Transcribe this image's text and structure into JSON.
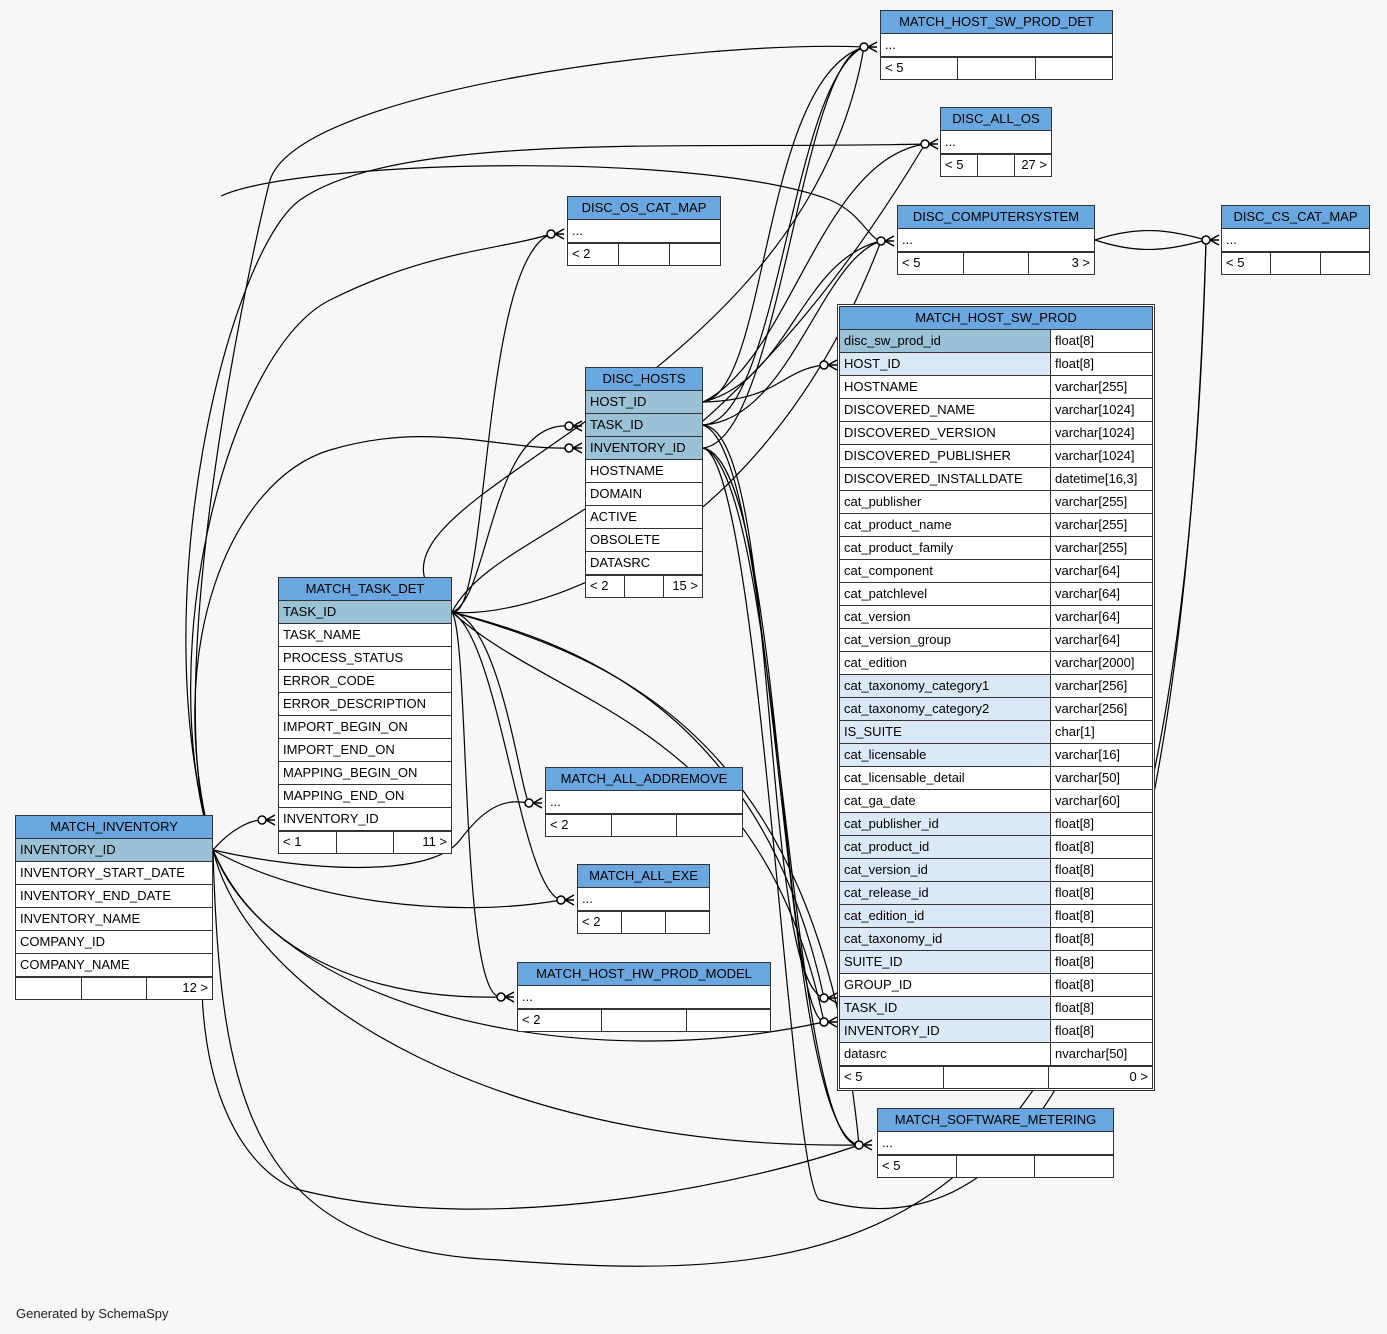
{
  "footer": "Generated by SchemaSpy",
  "tables": {
    "match_host_sw_prod_det": {
      "name": "MATCH_HOST_SW_PROD_DET",
      "ellipsis": "...",
      "foot": [
        "< 5",
        "",
        ""
      ]
    },
    "disc_all_os": {
      "name": "DISC_ALL_OS",
      "ellipsis": "...",
      "foot": [
        "< 5",
        "",
        "27 >"
      ]
    },
    "disc_os_cat_map": {
      "name": "DISC_OS_CAT_MAP",
      "ellipsis": "...",
      "foot": [
        "< 2",
        "",
        ""
      ]
    },
    "disc_computersystem": {
      "name": "DISC_COMPUTERSYSTEM",
      "ellipsis": "...",
      "foot": [
        "< 5",
        "",
        "3 >"
      ]
    },
    "disc_cs_cat_map": {
      "name": "DISC_CS_CAT_MAP",
      "ellipsis": "...",
      "foot": [
        "< 5",
        "",
        ""
      ]
    },
    "disc_hosts": {
      "name": "DISC_HOSTS",
      "columns": [
        {
          "name": "HOST_ID",
          "kind": "pk"
        },
        {
          "name": "TASK_ID",
          "kind": "pk"
        },
        {
          "name": "INVENTORY_ID",
          "kind": "pk"
        },
        {
          "name": "HOSTNAME",
          "kind": ""
        },
        {
          "name": "DOMAIN",
          "kind": ""
        },
        {
          "name": "ACTIVE",
          "kind": ""
        },
        {
          "name": "OBSOLETE",
          "kind": ""
        },
        {
          "name": "DATASRC",
          "kind": ""
        }
      ],
      "foot": [
        "< 2",
        "",
        "15 >"
      ]
    },
    "match_task_det": {
      "name": "MATCH_TASK_DET",
      "columns": [
        {
          "name": "TASK_ID",
          "kind": "pk"
        },
        {
          "name": "TASK_NAME",
          "kind": ""
        },
        {
          "name": "PROCESS_STATUS",
          "kind": ""
        },
        {
          "name": "ERROR_CODE",
          "kind": ""
        },
        {
          "name": "ERROR_DESCRIPTION",
          "kind": ""
        },
        {
          "name": "IMPORT_BEGIN_ON",
          "kind": ""
        },
        {
          "name": "IMPORT_END_ON",
          "kind": ""
        },
        {
          "name": "MAPPING_BEGIN_ON",
          "kind": ""
        },
        {
          "name": "MAPPING_END_ON",
          "kind": ""
        },
        {
          "name": "INVENTORY_ID",
          "kind": ""
        }
      ],
      "foot": [
        "< 1",
        "",
        "11 >"
      ]
    },
    "match_inventory": {
      "name": "MATCH_INVENTORY",
      "columns": [
        {
          "name": "INVENTORY_ID",
          "kind": "pk"
        },
        {
          "name": "INVENTORY_START_DATE",
          "kind": ""
        },
        {
          "name": "INVENTORY_END_DATE",
          "kind": ""
        },
        {
          "name": "INVENTORY_NAME",
          "kind": ""
        },
        {
          "name": "COMPANY_ID",
          "kind": ""
        },
        {
          "name": "COMPANY_NAME",
          "kind": ""
        }
      ],
      "foot": [
        "",
        "",
        "12 >"
      ]
    },
    "match_all_addremove": {
      "name": "MATCH_ALL_ADDREMOVE",
      "ellipsis": "...",
      "foot": [
        "< 2",
        "",
        ""
      ]
    },
    "match_all_exe": {
      "name": "MATCH_ALL_EXE",
      "ellipsis": "...",
      "foot": [
        "< 2",
        "",
        ""
      ]
    },
    "match_host_hw_prod_model": {
      "name": "MATCH_HOST_HW_PROD_MODEL",
      "ellipsis": "...",
      "foot": [
        "< 2",
        "",
        ""
      ]
    },
    "match_software_metering": {
      "name": "MATCH_SOFTWARE_METERING",
      "ellipsis": "...",
      "foot": [
        "< 5",
        "",
        ""
      ]
    },
    "match_host_sw_prod": {
      "name": "MATCH_HOST_SW_PROD",
      "columns": [
        {
          "name": "disc_sw_prod_id",
          "type": "float[8]",
          "kind": "pk"
        },
        {
          "name": "HOST_ID",
          "type": "float[8]",
          "kind": "fk"
        },
        {
          "name": "HOSTNAME",
          "type": "varchar[255]",
          "kind": ""
        },
        {
          "name": "DISCOVERED_NAME",
          "type": "varchar[1024]",
          "kind": ""
        },
        {
          "name": "DISCOVERED_VERSION",
          "type": "varchar[1024]",
          "kind": ""
        },
        {
          "name": "DISCOVERED_PUBLISHER",
          "type": "varchar[1024]",
          "kind": ""
        },
        {
          "name": "DISCOVERED_INSTALLDATE",
          "type": "datetime[16,3]",
          "kind": ""
        },
        {
          "name": "cat_publisher",
          "type": "varchar[255]",
          "kind": ""
        },
        {
          "name": "cat_product_name",
          "type": "varchar[255]",
          "kind": ""
        },
        {
          "name": "cat_product_family",
          "type": "varchar[255]",
          "kind": ""
        },
        {
          "name": "cat_component",
          "type": "varchar[64]",
          "kind": ""
        },
        {
          "name": "cat_patchlevel",
          "type": "varchar[64]",
          "kind": ""
        },
        {
          "name": "cat_version",
          "type": "varchar[64]",
          "kind": ""
        },
        {
          "name": "cat_version_group",
          "type": "varchar[64]",
          "kind": ""
        },
        {
          "name": "cat_edition",
          "type": "varchar[2000]",
          "kind": ""
        },
        {
          "name": "cat_taxonomy_category1",
          "type": "varchar[256]",
          "kind": "fk"
        },
        {
          "name": "cat_taxonomy_category2",
          "type": "varchar[256]",
          "kind": "fk"
        },
        {
          "name": "IS_SUITE",
          "type": "char[1]",
          "kind": "fk"
        },
        {
          "name": "cat_licensable",
          "type": "varchar[16]",
          "kind": "fk"
        },
        {
          "name": "cat_licensable_detail",
          "type": "varchar[50]",
          "kind": ""
        },
        {
          "name": "cat_ga_date",
          "type": "varchar[60]",
          "kind": ""
        },
        {
          "name": "cat_publisher_id",
          "type": "float[8]",
          "kind": "fk"
        },
        {
          "name": "cat_product_id",
          "type": "float[8]",
          "kind": "fk"
        },
        {
          "name": "cat_version_id",
          "type": "float[8]",
          "kind": "fk"
        },
        {
          "name": "cat_release_id",
          "type": "float[8]",
          "kind": "fk"
        },
        {
          "name": "cat_edition_id",
          "type": "float[8]",
          "kind": "fk"
        },
        {
          "name": "cat_taxonomy_id",
          "type": "float[8]",
          "kind": "fk"
        },
        {
          "name": "SUITE_ID",
          "type": "float[8]",
          "kind": "fk"
        },
        {
          "name": "GROUP_ID",
          "type": "float[8]",
          "kind": ""
        },
        {
          "name": "TASK_ID",
          "type": "float[8]",
          "kind": "fk"
        },
        {
          "name": "INVENTORY_ID",
          "type": "float[8]",
          "kind": "fk"
        },
        {
          "name": "datasrc",
          "type": "nvarchar[50]",
          "kind": ""
        }
      ],
      "foot": [
        "< 5",
        "",
        "0 >"
      ]
    }
  }
}
